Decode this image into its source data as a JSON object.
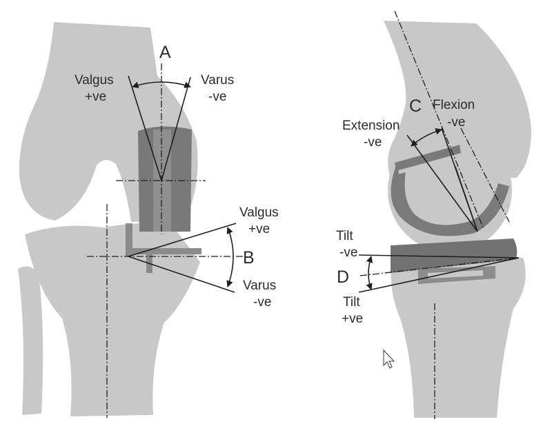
{
  "colors": {
    "bone": "#c8c8c8",
    "implant_dark": "#777777",
    "implant_mid": "#8c8c8c",
    "lines": "#1e1e1e",
    "text": "#2b2b2b",
    "background": "#ffffff"
  },
  "labels": {
    "A": "A",
    "valgus_a": "Valgus",
    "valgus_a_sign": "+ve",
    "varus_a": "Varus",
    "varus_a_sign": "-ve",
    "B": "B",
    "valgus_b": "Valgus",
    "valgus_b_sign": "+ve",
    "varus_b": "Varus",
    "varus_b_sign": "-ve",
    "C": "C",
    "flexion": "Flexion",
    "flexion_sign": "-ve",
    "extension": "Extension",
    "extension_sign": "-ve",
    "D": "D",
    "tilt_top": "Tilt",
    "tilt_top_sign": "-ve",
    "tilt_bottom": "Tilt",
    "tilt_bottom_sign": "+ve"
  },
  "icons": [
    "mouse-cursor-icon"
  ]
}
